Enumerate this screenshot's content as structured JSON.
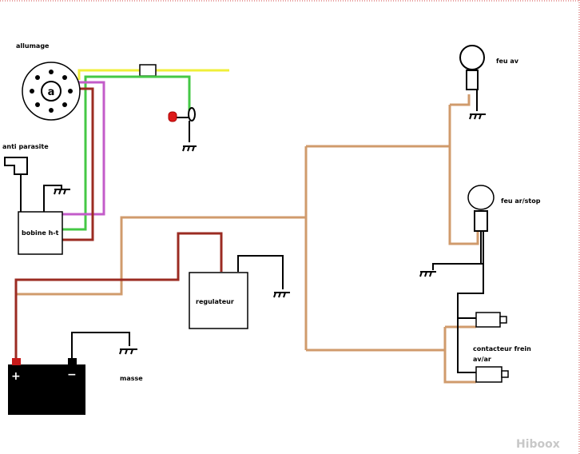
{
  "labels": {
    "allumage": "allumage",
    "anti_parasite": "anti parasite",
    "bobine_ht": "bobine h-t",
    "regulateur": "regulateur",
    "masse": "masse",
    "feu_av": "feu av",
    "feu_ar_stop": "feu ar/stop",
    "contacteur_frein_line1": "contacteur frein",
    "contacteur_frein_line2": "av/ar",
    "battery_plus": "+",
    "battery_minus": "−",
    "watermark": "Hiboox"
  },
  "wire_colors": {
    "yellow": "#f0ef3a",
    "green": "#44c845",
    "magenta": "#c35cc9",
    "dark_red": "#9b2b22",
    "tan": "#d09b6c",
    "black": "#000000",
    "red_terminal": "#c61a1a"
  },
  "icons": [
    "ignition-rotor-icon",
    "lamp-icon",
    "ground-icon",
    "switch-icon",
    "battery-icon",
    "horn-icon"
  ]
}
